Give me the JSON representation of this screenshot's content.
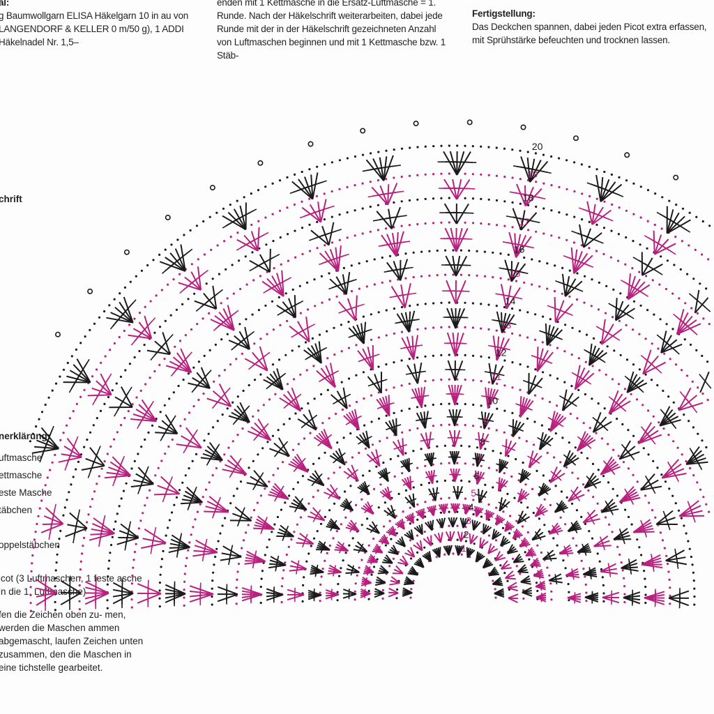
{
  "material": {
    "heading": "al:",
    "text": "g Baumwollgarn ELISA Häkelgarn 10 in au von LANGENDORF & KELLER 0 m/50 g), 1 ADDI Häkelnadel Nr. 1,5–"
  },
  "instructions": {
    "text": "enden mit 1 Kettmasche in die Ersatz-Luftmasche = 1. Runde. Nach der Häkelschrift weiterarbeiten, dabei jede Runde mit der in der Häkelschrift gezeichneten Anzahl von Luftmaschen beginnen und mit 1 Kettmasche bzw. 1 Stäb-"
  },
  "finishing": {
    "heading": "Fertigstellung:",
    "text": "Das Deckchen spannen, dabei jeden Picot extra erfassen, mit Sprühstärke befeuchten und trocknen lassen."
  },
  "chart_label": "chrift",
  "legend": {
    "title": "nerklärung:",
    "items": [
      "uftmasche",
      "ettmasche",
      "este Masche",
      "täbchen",
      "",
      "oppelstäbchen"
    ],
    "picot": "icot (3 Luftmaschen, 1 feste asche in die 1. Luftmasche)",
    "note": "fen die Zeichen oben zu- men, werden die Maschen ammen abgemascht, laufen Zeichen unten zusammen, den die Maschen in eine tichstelle gearbeitet."
  },
  "diagram": {
    "rounds": [
      "1",
      "2",
      "3",
      "4",
      "5",
      "6",
      "7",
      "8",
      "9",
      "10",
      "11",
      "12",
      "13",
      "14",
      "15",
      "16",
      "17",
      "18",
      "19",
      "20"
    ],
    "colors": {
      "black": "#1b1b1b",
      "magenta": "#b8207e"
    }
  }
}
